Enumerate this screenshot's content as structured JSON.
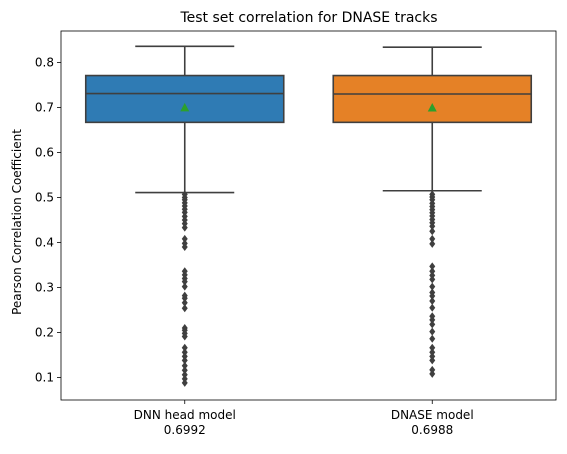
{
  "chart_data": {
    "type": "box",
    "title": "Test set correlation for DNASE tracks",
    "xlabel": "",
    "ylabel": "Pearson Correlation Coefficient",
    "ylim": [
      0.05,
      0.87
    ],
    "yticks": [
      0.1,
      0.2,
      0.3,
      0.4,
      0.5,
      0.6,
      0.7,
      0.8
    ],
    "ytick_labels": [
      "0.1",
      "0.2",
      "0.3",
      "0.4",
      "0.5",
      "0.6",
      "0.7",
      "0.8"
    ],
    "grid": false,
    "categories": [
      {
        "name": "DNN head model",
        "value_label": "0.6992"
      },
      {
        "name": "DNASE model",
        "value_label": "0.6988"
      }
    ],
    "boxes": [
      {
        "category": "DNN head model",
        "color": "#2f7bb4",
        "q1": 0.667,
        "median": 0.731,
        "q3": 0.771,
        "whisker_low": 0.511,
        "whisker_high": 0.836,
        "mean": 0.6992,
        "outliers": [
          0.507,
          0.5,
          0.495,
          0.488,
          0.481,
          0.474,
          0.467,
          0.458,
          0.45,
          0.442,
          0.433,
          0.408,
          0.398,
          0.39,
          0.336,
          0.328,
          0.32,
          0.313,
          0.302,
          0.282,
          0.276,
          0.266,
          0.254,
          0.21,
          0.205,
          0.198,
          0.191,
          0.166,
          0.156,
          0.147,
          0.138,
          0.126,
          0.116,
          0.106,
          0.097,
          0.088
        ]
      },
      {
        "category": "DNASE model",
        "color": "#e58126",
        "q1": 0.667,
        "median": 0.73,
        "q3": 0.771,
        "whisker_low": 0.515,
        "whisker_high": 0.834,
        "mean": 0.6988,
        "outliers": [
          0.507,
          0.501,
          0.495,
          0.487,
          0.48,
          0.473,
          0.466,
          0.459,
          0.451,
          0.444,
          0.436,
          0.425,
          0.408,
          0.397,
          0.347,
          0.336,
          0.327,
          0.318,
          0.302,
          0.289,
          0.281,
          0.27,
          0.255,
          0.236,
          0.228,
          0.218,
          0.202,
          0.186,
          0.166,
          0.156,
          0.147,
          0.138,
          0.117,
          0.108
        ]
      }
    ],
    "mean_marker_color": "#2ca02c",
    "line_color": "#3f3f3f"
  }
}
